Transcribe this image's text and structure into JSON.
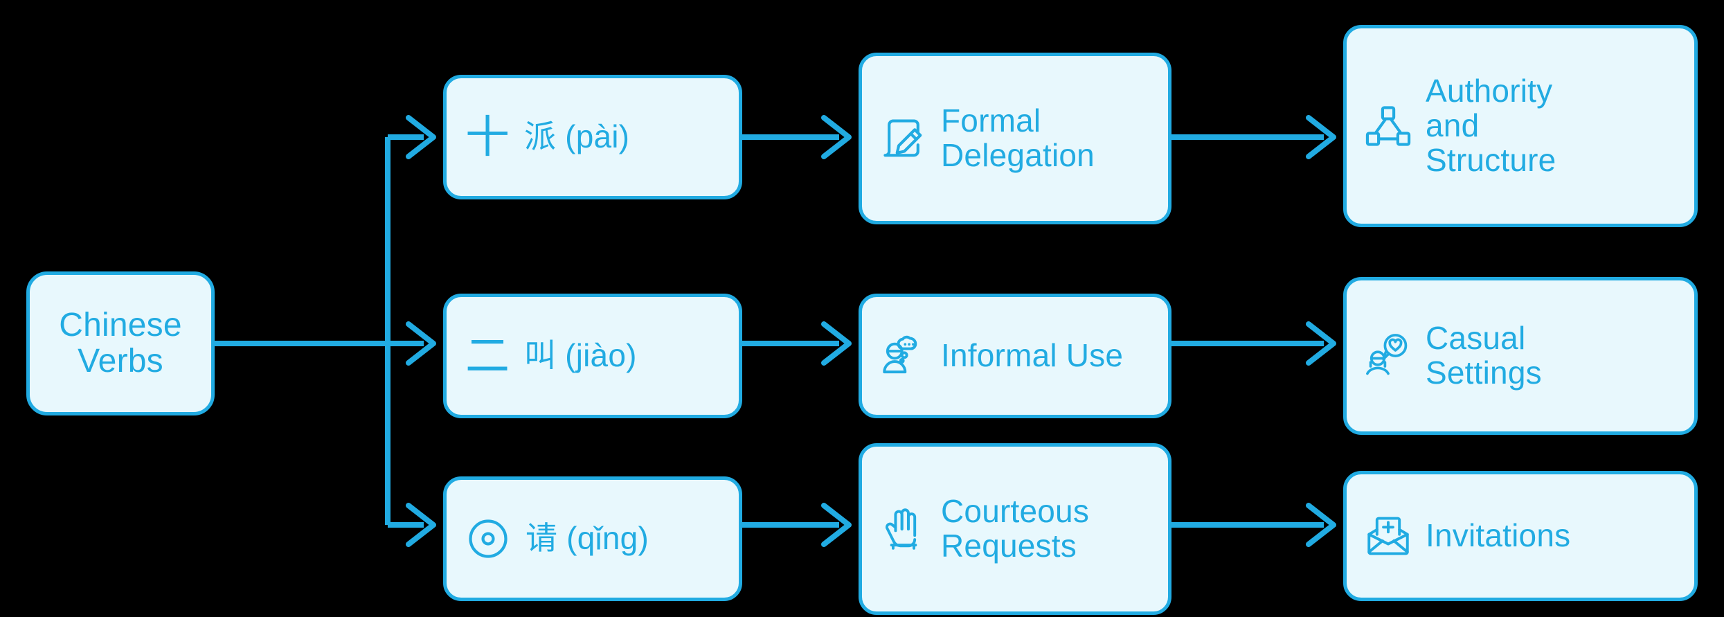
{
  "diagram": {
    "type": "flowchart",
    "title": "Chinese Verbs",
    "background_color": "#000000",
    "accent_color": "#21ABE2",
    "node_fill_color": "#E8F8FD",
    "root": {
      "id": "root",
      "label": "Chinese\nVerbs"
    },
    "columns": [
      {
        "name": "verbs",
        "nodes": [
          {
            "id": "pai",
            "icon": "plus-icon",
            "glyph": "十",
            "label": "派 (pài)"
          },
          {
            "id": "jiao",
            "icon": "equals-icon",
            "glyph": "二",
            "label": "叫 (jiào)"
          },
          {
            "id": "qing",
            "icon": "target-dot-icon",
            "glyph": "",
            "label": "请 (qǐng)"
          }
        ]
      },
      {
        "name": "usage",
        "nodes": [
          {
            "id": "formal",
            "icon": "document-pencil-icon",
            "label": "Formal\nDelegation"
          },
          {
            "id": "informal",
            "icon": "person-thought-icon",
            "label": "Informal Use"
          },
          {
            "id": "courteous",
            "icon": "raised-hand-icon",
            "label": "Courteous\nRequests"
          }
        ]
      },
      {
        "name": "context",
        "nodes": [
          {
            "id": "authority",
            "icon": "org-hierarchy-icon",
            "label": "Authority\nand\nStructure"
          },
          {
            "id": "casual",
            "icon": "person-heart-chat-icon",
            "label": "Casual\nSettings"
          },
          {
            "id": "invite",
            "icon": "envelope-plus-icon",
            "label": "Invitations"
          }
        ]
      }
    ],
    "edges": [
      {
        "from": "root",
        "to": "pai"
      },
      {
        "from": "root",
        "to": "jiao"
      },
      {
        "from": "root",
        "to": "qing"
      },
      {
        "from": "pai",
        "to": "formal"
      },
      {
        "from": "jiao",
        "to": "informal"
      },
      {
        "from": "qing",
        "to": "courteous"
      },
      {
        "from": "formal",
        "to": "authority"
      },
      {
        "from": "informal",
        "to": "casual"
      },
      {
        "from": "courteous",
        "to": "invite"
      }
    ]
  }
}
